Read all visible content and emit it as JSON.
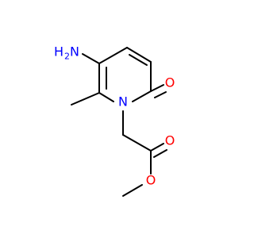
{
  "molecule": {
    "atoms": {
      "amino_h": {
        "text": "H",
        "color": "#0000ff"
      },
      "amino_h_count": {
        "text": "2",
        "color": "#0000ff"
      },
      "amino_n": {
        "text": "N",
        "color": "#0000ff"
      },
      "ring_n": {
        "text": "N",
        "color": "#0000ff"
      },
      "keto_o": {
        "text": "O",
        "color": "#ff0000"
      },
      "ester_carbonyl_o": {
        "text": "O",
        "color": "#ff0000"
      },
      "ester_o": {
        "text": "O",
        "color": "#ff0000"
      }
    },
    "colors": {
      "bond": "#000000",
      "nitrogen": "#0000ff",
      "oxygen": "#ff0000",
      "background": "#ffffff"
    }
  }
}
